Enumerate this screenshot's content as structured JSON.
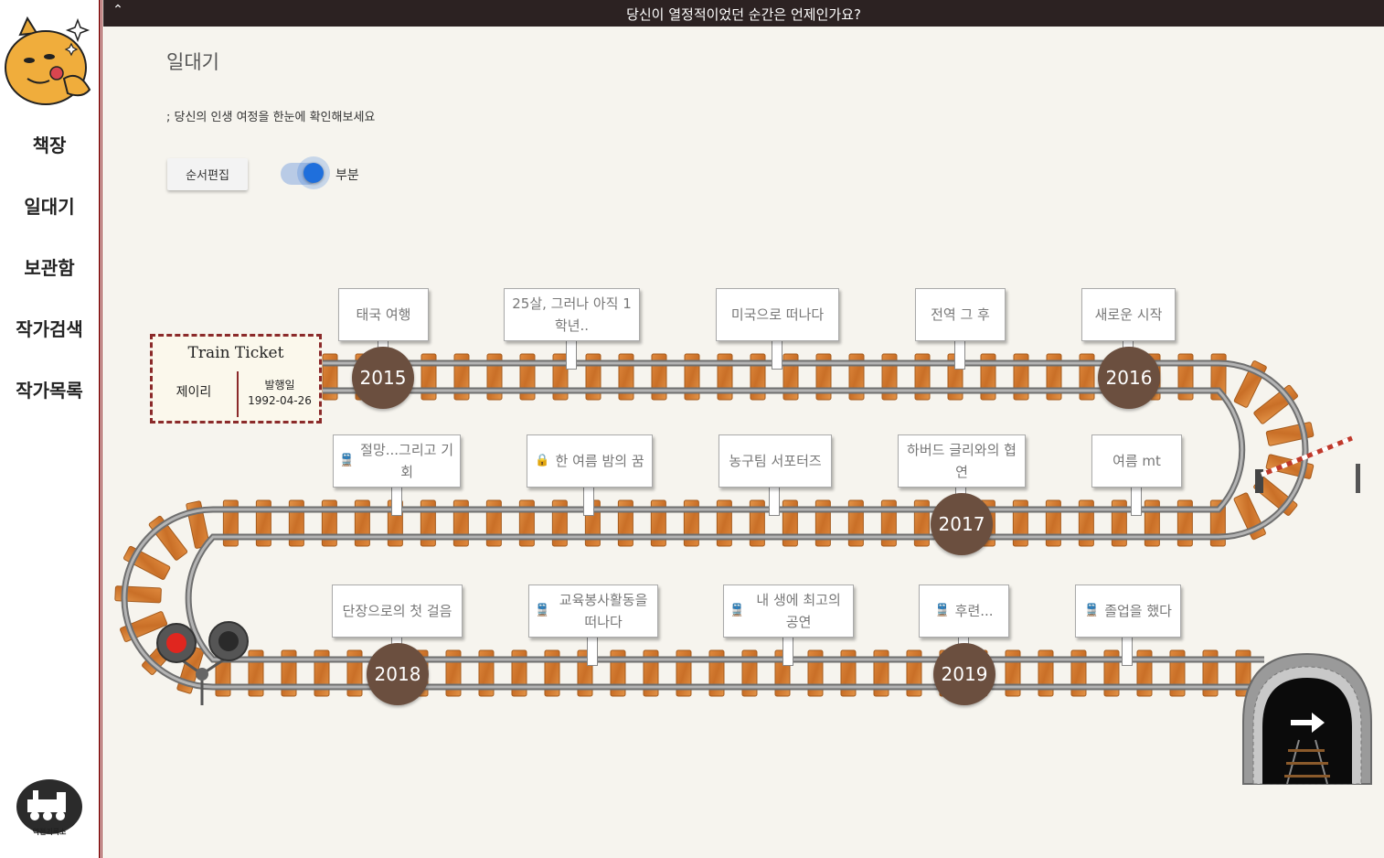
{
  "header": {
    "title": "당신이 열정적이었던 순간은 언제인가요?"
  },
  "sidebar": {
    "items": [
      {
        "label": "책장"
      },
      {
        "label": "일대기"
      },
      {
        "label": "보관함"
      },
      {
        "label": "작가검색"
      },
      {
        "label": "작가목록"
      }
    ],
    "brand": "역전기록소"
  },
  "page": {
    "title": "일대기",
    "subtitle": "; 당신의 인생 여정을 한눈에 확인해보세요",
    "edit_button": "순서편집",
    "toggle_label": "부분",
    "toggle_on": true
  },
  "ticket": {
    "title": "Train Ticket",
    "name": "제이리",
    "issue_label": "발행일",
    "issue_date": "1992-04-26"
  },
  "years": [
    "2015",
    "2016",
    "2017",
    "2018",
    "2019"
  ],
  "signs": [
    {
      "text": "태국 여행",
      "icon": ""
    },
    {
      "text": "25살, 그러나 아직 1학년..",
      "icon": ""
    },
    {
      "text": "미국으로 떠나다",
      "icon": ""
    },
    {
      "text": "전역 그 후",
      "icon": ""
    },
    {
      "text": "새로운 시작",
      "icon": ""
    },
    {
      "text": "절망...그리고 기회",
      "icon": "train-icon"
    },
    {
      "text": "한 여름 밤의 꿈",
      "icon": "lock-icon"
    },
    {
      "text": "농구팀 서포터즈",
      "icon": ""
    },
    {
      "text": "하버드 글리와의 협연",
      "icon": ""
    },
    {
      "text": "여름 mt",
      "icon": ""
    },
    {
      "text": "단장으로의 첫 걸음",
      "icon": ""
    },
    {
      "text": "교육봉사활동을 떠나다",
      "icon": "train-icon"
    },
    {
      "text": "내 생에 최고의 공연",
      "icon": "train-icon"
    },
    {
      "text": "후련...",
      "icon": "train-icon"
    },
    {
      "text": "졸업을 했다",
      "icon": "train-icon"
    }
  ],
  "colors": {
    "accent": "#8b1f1f",
    "year_badge": "#6b4f3f",
    "topbar": "#2c2222",
    "toggle": "#1f6fdc"
  }
}
